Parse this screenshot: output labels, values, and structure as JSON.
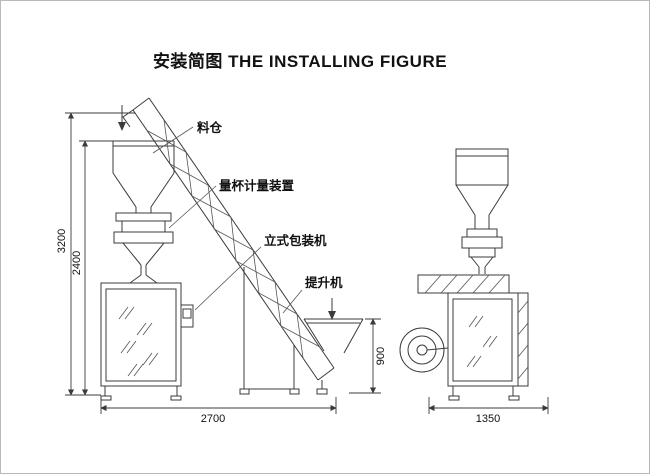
{
  "title": "安装简图 THE INSTALLING FIGURE",
  "labels": {
    "silo": "料仓",
    "measuring_device": "量杯计量装置",
    "packing_machine": "立式包装机",
    "elevator": "提升机"
  },
  "dimensions": {
    "total_height": "3200",
    "machine_height": "2400",
    "elevator_hopper_height": "900",
    "front_width": "2700",
    "side_width": "1350"
  },
  "colors": {
    "line": "#3b3b3b",
    "text": "#111111",
    "background": "#ffffff"
  }
}
